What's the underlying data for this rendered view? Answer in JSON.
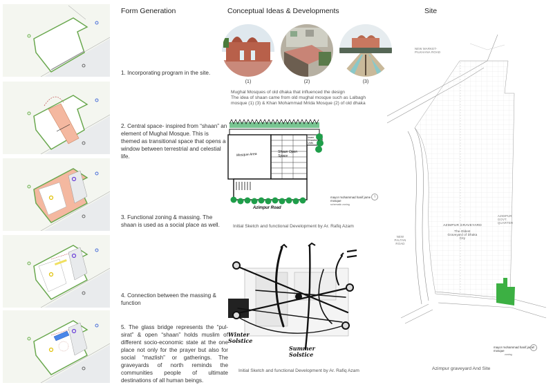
{
  "headings": {
    "form_generation": "Form Generation",
    "conceptual": "Conceptual  Ideas & Developments",
    "site": "Site"
  },
  "form_steps": [
    {
      "text": "1.  Incorporating program in the site."
    },
    {
      "text": "2.  Central space- inspired from “shaan” an element of Mughal Mosque. This is themed as transitional space that opens a window between terrestrial and celestial life."
    },
    {
      "text": "3.  Functional zoning & massing. The shaan is used as a social place as well."
    },
    {
      "text": "4.  Connection between the massing & function"
    },
    {
      "text": "5. The glass bridge represents the “pul-sirat” & open “shaan” holds muslim of different socio-economic state at the one place not only for the prayer but also for social “mazlish” or gatherings. The graveyards of north reminds the communities people of ultimate destinations of all human beings."
    }
  ],
  "mosque_photos": [
    {
      "label": "(1)",
      "name": "Lalbagh mosque"
    },
    {
      "label": "(2)",
      "name": "Khan Mohammad Mrida Mosque"
    },
    {
      "label": "(3)",
      "name": "Lalbagh mosque"
    }
  ],
  "mosque_caption": {
    "line1": "Mughal Mosques of old dhaka that influenced the design",
    "line2": "The idea of shaan came from old mughal mosque such as Lalbagh",
    "line3": "mosque (1) (3) & Khan Mohammad Mrida Mosque (2) of old dhaka"
  },
  "sketch1": {
    "notes": [
      "Mosque Area",
      "Shaan Open Space",
      "Imam Residence Units",
      "Azimpur Road"
    ],
    "stamp_title": "mayor mohammad hanif jame mosque",
    "stamp_sub": "schematic zoning",
    "caption": "Initial Sketch and functional Development by Ar. Rafiq Azam"
  },
  "sketch2": {
    "notes": [
      "Winter Solstice",
      "Summer Solstice"
    ],
    "caption": "Initial Sketch and functional Development by Ar. Rafiq Azam"
  },
  "site_map": {
    "labels": {
      "north_road": "NEW MARKET-PILKHANA ROAD",
      "graveyard": "AZIMPUR GRAVEYARD",
      "graveyard_sub": "The Oldest Graveyard of Dhaka City",
      "govt_quarter": "AZIMPUR GOVT. QUARTER",
      "west_road": "NEW PALTAN ROAD"
    },
    "stamp_title": "mayor mohammad hanif jame mosque",
    "stamp_sub": "zoning",
    "caption": "Azimpur graveyard And Site",
    "site_color": "#3cb043"
  },
  "colors": {
    "outline_green": "#6aa84f",
    "shaan_orange": "#f4b8a0",
    "glass_blue": "#4a86e8",
    "sketch_green": "#1f9e4a"
  }
}
